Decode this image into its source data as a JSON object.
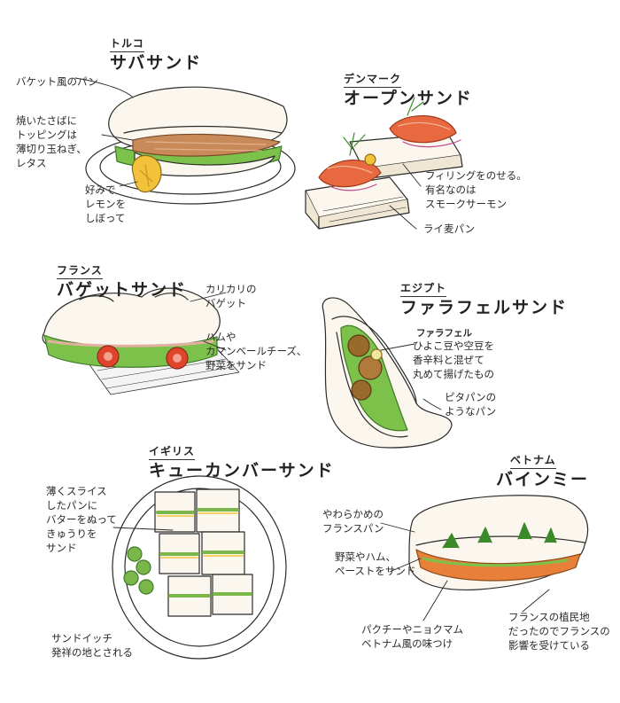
{
  "sections": [
    {
      "country": "トルコ",
      "title": "サバサンド",
      "notes": [
        "バケット風のパン",
        "焼いたさばに\nトッピングは\n薄切り玉ねぎ、\nレタス",
        "好みで\nレモンを\nしぼって"
      ]
    },
    {
      "country": "デンマーク",
      "title": "オープンサンド",
      "notes": [
        "フィリングをのせる。\n有名なのは\nスモークサーモン",
        "ライ麦パン"
      ]
    },
    {
      "country": "フランス",
      "title": "バゲットサンド",
      "notes": [
        "カリカリの\nバゲット",
        "ハムや\nカマンベールチーズ、\n野菜をサンド"
      ]
    },
    {
      "country": "エジプト",
      "title": "ファラフェルサンド",
      "notes": [
        "ファラフェル",
        "ひよこ豆や空豆を\n香辛料と混ぜて\n丸めて揚げたもの",
        "ピタパンの\nようなパン"
      ]
    },
    {
      "country": "イギリス",
      "title": "キューカンバーサンド",
      "notes": [
        "薄くスライス\nしたパンに\nバターをぬって\nきゅうりを\nサンド",
        "サンドイッチ\n発祥の地とされる"
      ]
    },
    {
      "country": "ベトナム",
      "title": "バインミー",
      "notes": [
        "やわらかめの\nフランスパン",
        "野菜やハム、\nペーストをサンド",
        "パクチーやニョクマム\nベトナム風の味つけ",
        "フランスの植民地\nだったのでフランスの\n影響を受けている"
      ]
    }
  ],
  "colors": {
    "ink": "#2b2b2b",
    "bread": "#fbf7ee",
    "lettuce": "#7cc24a",
    "salmon": "#e8683f",
    "tomato": "#e0452c",
    "lemon": "#f2c33a",
    "mackerel": "#c98a5a",
    "onion": "#c04a8a",
    "falafel": "#9a6a2a",
    "cucumber": "#7ab648",
    "carrot": "#e8803a",
    "herb": "#3a8a2a"
  }
}
